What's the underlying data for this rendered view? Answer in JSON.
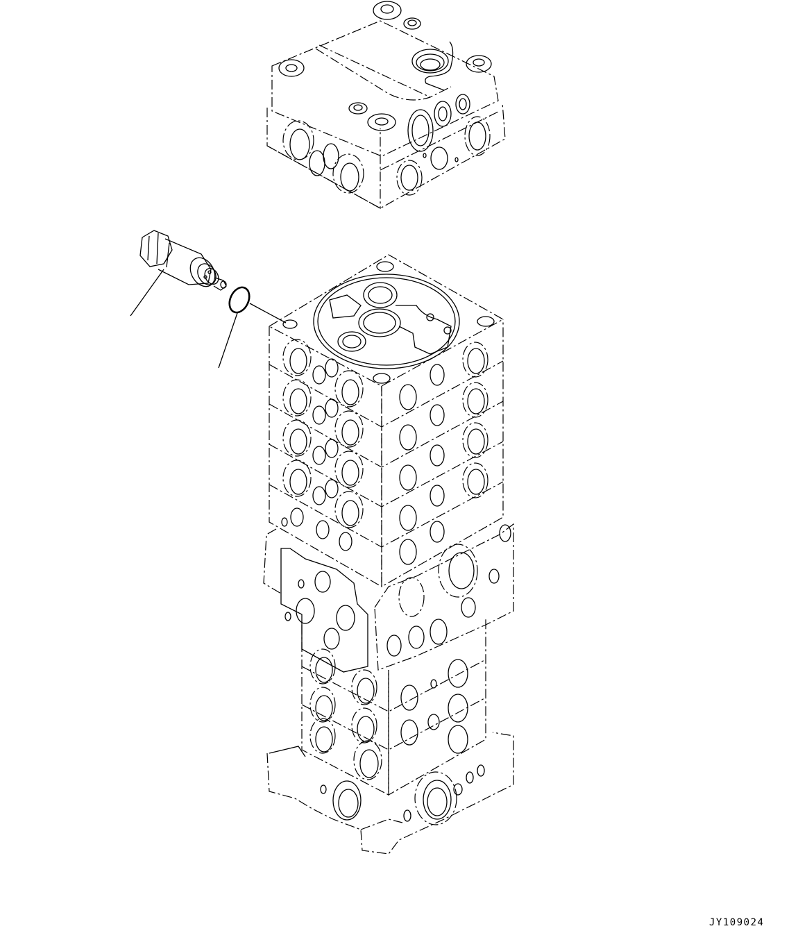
{
  "figure": {
    "id_label": "JY109024",
    "description": "Exploded isometric view of hydraulic control valve assembly with pressure sensor and O-ring"
  },
  "parts": [
    {
      "name": "pressure-sensor",
      "callout": ""
    },
    {
      "name": "o-ring",
      "callout": ""
    },
    {
      "name": "valve-end-cover-block",
      "callout": ""
    },
    {
      "name": "control-valve-stack",
      "callout": ""
    }
  ],
  "colors": {
    "line": "#000000",
    "background": "#ffffff"
  }
}
